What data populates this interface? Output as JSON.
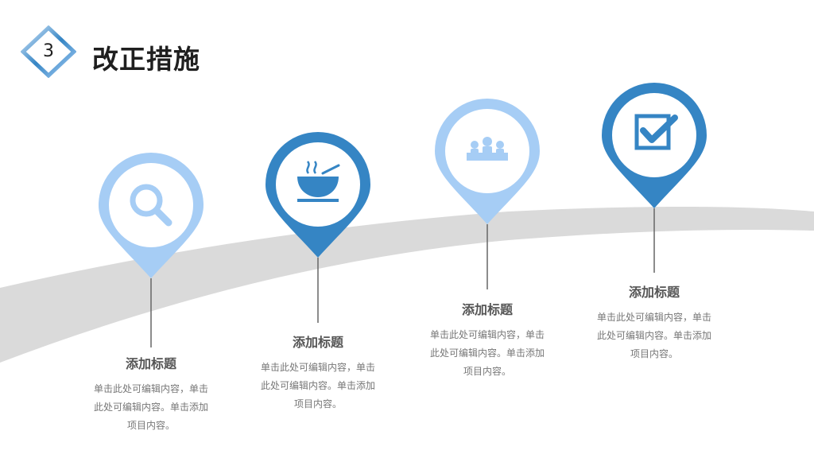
{
  "header": {
    "number": "3",
    "title": "改正措施"
  },
  "colors": {
    "light_blue": "#a6cdf5",
    "dark_blue": "#3585c4",
    "road": "#dadada",
    "stem": "#666666"
  },
  "steps": [
    {
      "icon": "magnifier-icon",
      "title": "添加标题",
      "body": "单击此处可编辑内容，单击此处可编辑内容。单击添加项目内容。"
    },
    {
      "icon": "bowl-icon",
      "title": "添加标题",
      "body": "单击此处可编辑内容，单击此处可编辑内容。单击添加项目内容。"
    },
    {
      "icon": "team-icon",
      "title": "添加标题",
      "body": "单击此处可编辑内容，单击此处可编辑内容。单击添加项目内容。"
    },
    {
      "icon": "checkbox-icon",
      "title": "添加标题",
      "body": "单击此处可编辑内容，单击此处可编辑内容。单击添加项目内容。"
    }
  ]
}
